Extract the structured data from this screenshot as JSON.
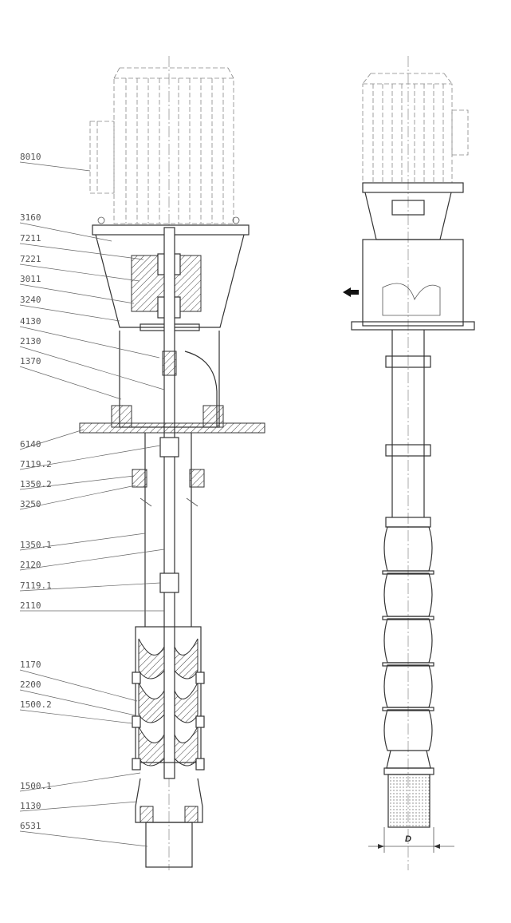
{
  "parts_left": [
    "8010",
    "3160",
    "7211",
    "7221",
    "3011",
    "3240",
    "4130",
    "2130",
    "1370",
    "6140",
    "7119.2",
    "1350.2",
    "3250",
    "1350.1",
    "2120",
    "7119.1",
    "2110",
    "1170",
    "2200",
    "1500.2",
    "1500.1",
    "1130",
    "6531"
  ],
  "dimension_label": "D"
}
